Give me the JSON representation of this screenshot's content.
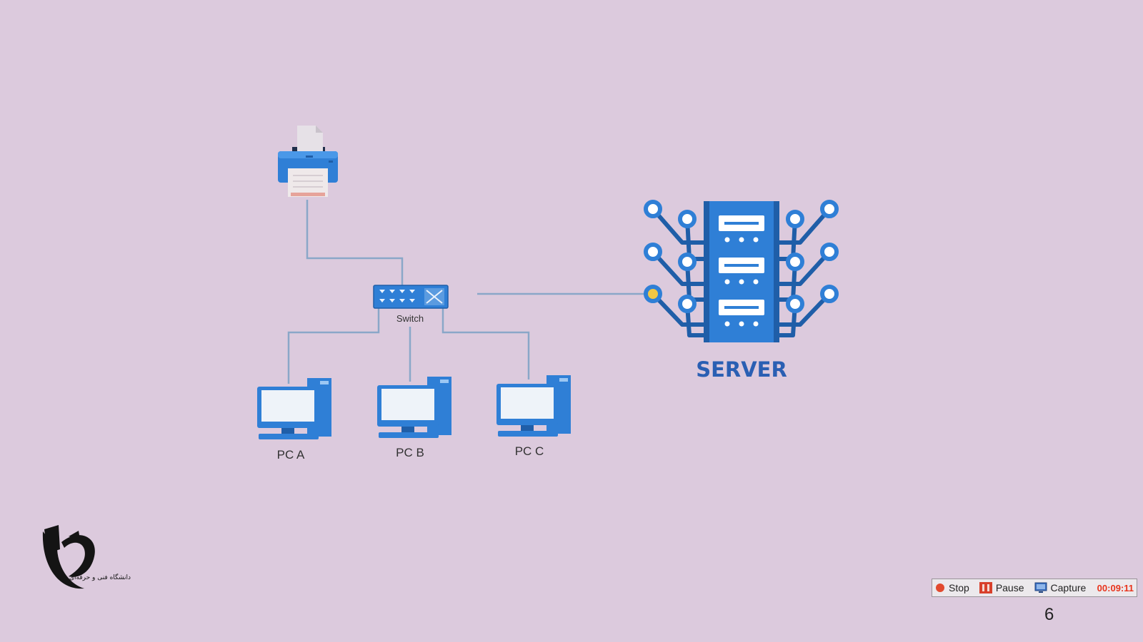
{
  "diagram": {
    "switch_label": "Switch",
    "server_label": "SERVER",
    "pcs": [
      {
        "label": "PC A"
      },
      {
        "label": "PC B"
      },
      {
        "label": "PC C"
      }
    ],
    "colors": {
      "device_blue": "#2f7fd6",
      "device_dark": "#1f5ea8",
      "link_line": "#8aa7c8",
      "server_text": "#2a5fb3",
      "active_node": "#f2c744"
    }
  },
  "recorder": {
    "stop_label": "Stop",
    "pause_label": "Pause",
    "capture_label": "Capture",
    "timer": "00:09:11",
    "icons": [
      "stop-icon",
      "pause-icon",
      "capture-icon"
    ]
  },
  "slide": {
    "page_number": "6",
    "logo_text": "دانشگاه فنی و حرفه‌ای"
  }
}
